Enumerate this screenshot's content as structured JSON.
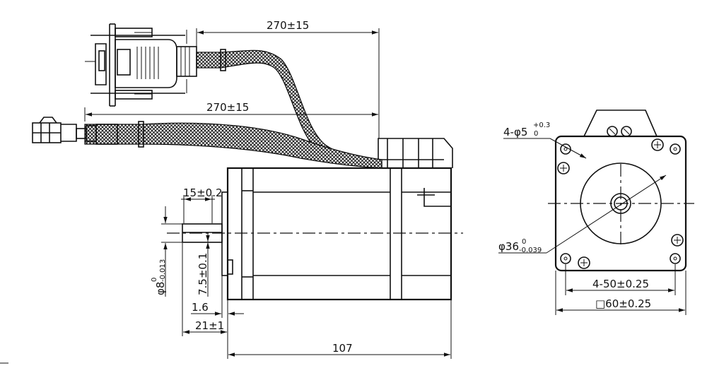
{
  "dimensions": {
    "cable1_length": "270±15",
    "cable2_length": "270±15",
    "shaft_length": "15±0.2",
    "shaft_diameter_main": "φ8",
    "shaft_diameter_tol_upper": "0",
    "shaft_diameter_tol_lower": "-0.013",
    "flat_height": "7.5±0.1",
    "flange_thickness": "1.6",
    "shaft_total": "21±1",
    "body_length": "107",
    "hole_spec_main": "4-φ5",
    "hole_spec_tol_upper": "+0.3",
    "hole_spec_tol_lower": "0",
    "pilot_diameter_main": "φ36",
    "pilot_tol_upper": "0",
    "pilot_tol_lower": "-0.039",
    "hole_spacing": "4-50±0.25",
    "flange_size": "□60±0.25"
  }
}
